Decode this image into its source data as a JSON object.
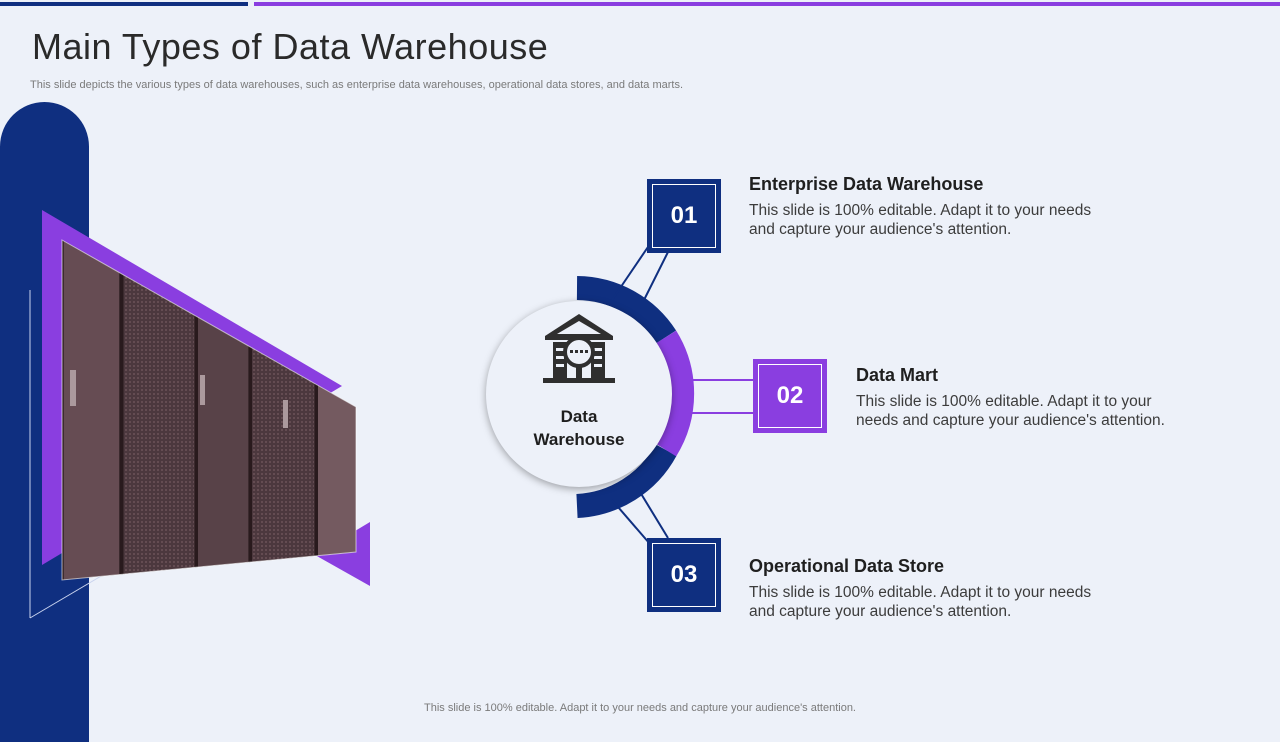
{
  "slide": {
    "title": "Main Types of Data Warehouse",
    "subtitle": "This slide depicts the various types of data warehouses, such as enterprise data warehouses, operational data stores, and data marts.",
    "footer": "This slide is 100% editable. Adapt it to your needs and capture your audience's attention."
  },
  "hub": {
    "label_line1": "Data",
    "label_line2": "Warehouse",
    "icon": "data-warehouse-icon"
  },
  "items": [
    {
      "number": "01",
      "title": "Enterprise Data Warehouse",
      "desc_line1": "This slide is 100% editable. Adapt it to your needs",
      "desc_line2": "and capture your audience's attention."
    },
    {
      "number": "02",
      "title": "Data Mart",
      "desc_line1": "This slide is 100% editable. Adapt it to your",
      "desc_line2": "needs and capture your audience's attention."
    },
    {
      "number": "03",
      "title": "Operational Data Store",
      "desc_line1": "This slide is 100% editable. Adapt it to your needs",
      "desc_line2": "and capture your audience's attention."
    }
  ],
  "colors": {
    "navy": "#0f2f80",
    "purple": "#8a3ee0",
    "background": "#edf1f9"
  }
}
